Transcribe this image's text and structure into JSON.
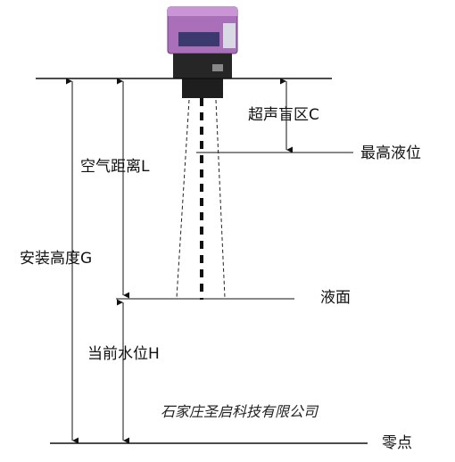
{
  "labels": {
    "blind_zone": "超声盲区C",
    "max_level": "最高液位",
    "air_distance": "空气距离L",
    "install_height": "安装高度G",
    "liquid_surface": "液面",
    "current_level": "当前水位H",
    "zero_point": "零点"
  },
  "company": "石家庄圣启科技有限公司",
  "colors": {
    "sensor_head": "#a96fb8",
    "sensor_label": "#3a3a6e",
    "sensor_body": "#1e1e1e",
    "line": "#111111"
  }
}
